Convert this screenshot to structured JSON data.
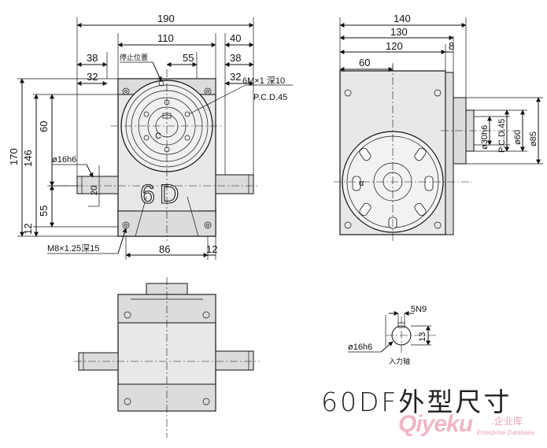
{
  "title": "60DF外型尺寸",
  "watermark": {
    "brand": "Qiyeku",
    "cn": ".企业库",
    "sub": "Enterprise Database"
  },
  "front_view": {
    "dims_top": [
      "190",
      "110",
      "40",
      "38",
      "55",
      "38",
      "32",
      "32"
    ],
    "dims_left": [
      "170",
      "146",
      "60",
      "55",
      "12"
    ],
    "dims_bottom": [
      "86",
      "12"
    ],
    "shaft_label": "ø16h6",
    "shaft_dim": "20",
    "stop_label": "停止位置",
    "screw_label": "6M×1 深10",
    "pcd_label": "P.C.D.45",
    "mount_label": "M8×1.25深15",
    "model_mark": "6D",
    "angle_c": "C"
  },
  "side_view": {
    "dims_top": [
      "140",
      "130",
      "120",
      "8",
      "60"
    ],
    "dims_right": [
      "ø30h6",
      "P.C.D.45",
      "ø60",
      "ø85"
    ],
    "angle_label": "α"
  },
  "detail_view": {
    "key_label": "5N9",
    "shaft_label": "ø16h6",
    "depth_label": "13",
    "caption": "入力轴"
  }
}
